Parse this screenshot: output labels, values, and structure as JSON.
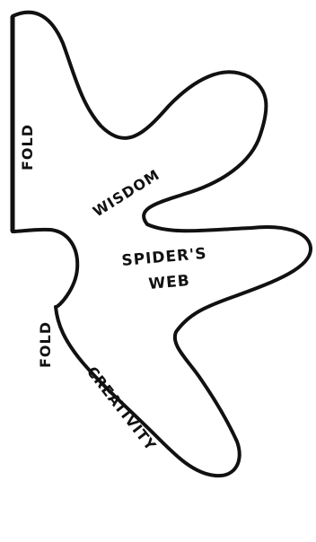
{
  "diagram": {
    "labels": {
      "fold_top": "FOLD",
      "fold_bottom": "FOLD",
      "wisdom": "WISDOM",
      "spiders_web_line1": "SPIDER'S",
      "spiders_web_line2": "WEB",
      "creativity": "CREATIVITY"
    },
    "colors": {
      "ink": "#111111",
      "paper": "#ffffff"
    }
  }
}
